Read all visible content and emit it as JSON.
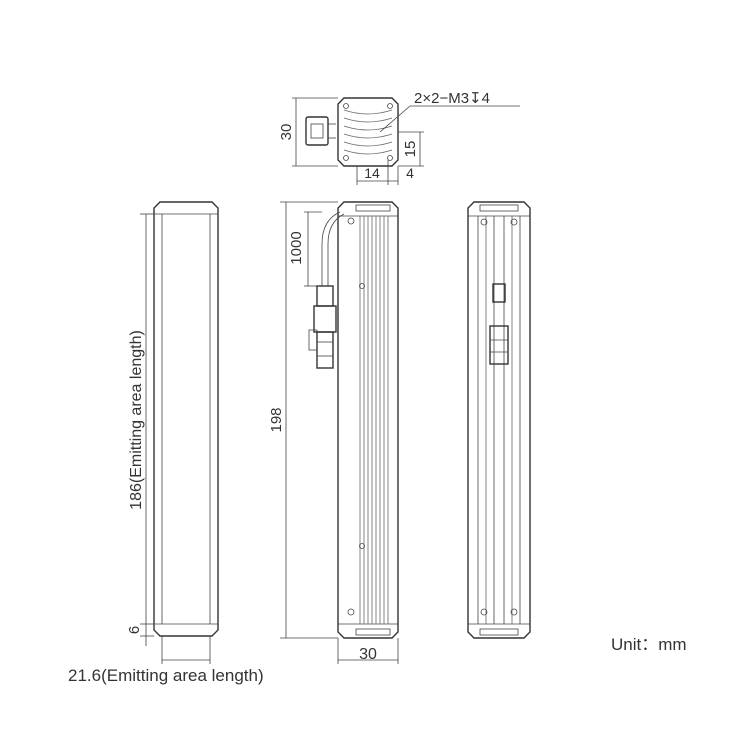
{
  "labels": {
    "thread_callout": "2×2−M3↧4",
    "top_width_dim": "30",
    "top_right_dim": "15",
    "top_bottom_dim_a": "14",
    "top_bottom_dim_b": "4",
    "cable_length_dim": "1000",
    "total_length_dim": "198",
    "emitting_length_dim": "186(Emitting area length)",
    "end_margin_dim": "6",
    "emitting_width_dim": "21.6(Emitting area length)",
    "bottom_width_dim": "30",
    "unit": "Unit：mm"
  }
}
